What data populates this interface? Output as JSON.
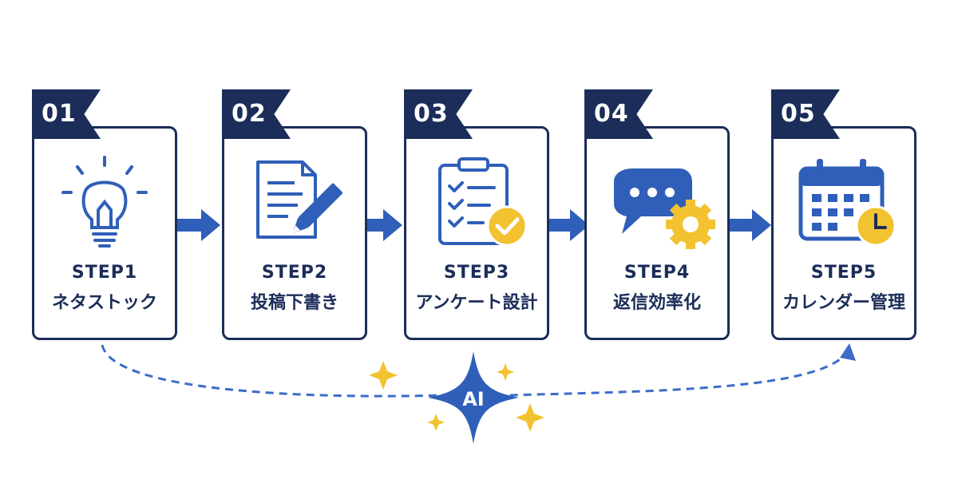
{
  "steps": [
    {
      "number": "01",
      "title": "STEP1",
      "label": "ネタストック",
      "icon": "lightbulb-icon"
    },
    {
      "number": "02",
      "title": "STEP2",
      "label": "投稿下書き",
      "icon": "document-pencil-icon"
    },
    {
      "number": "03",
      "title": "STEP3",
      "label": "アンケート設計",
      "icon": "clipboard-check-icon"
    },
    {
      "number": "04",
      "title": "STEP4",
      "label": "返信効率化",
      "icon": "chat-gear-icon"
    },
    {
      "number": "05",
      "title": "STEP5",
      "label": "カレンダー管理",
      "icon": "calendar-clock-icon"
    }
  ],
  "ai_label": "AI",
  "colors": {
    "navy": "#1b2d58",
    "blue": "#3b6cc8",
    "yellow": "#f2c230",
    "white": "#ffffff"
  }
}
